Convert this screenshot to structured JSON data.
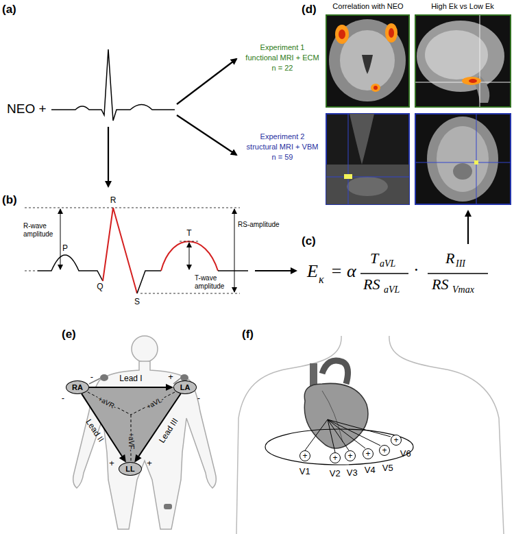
{
  "diagram": {
    "nodes": [
      {
        "text": [
          "RA"
        ]
      },
      {
        "text": [
          "LA"
        ]
      },
      {
        "text": [
          "LL"
        ]
      },
      {
        "text": [
          "+",
          "V1"
        ]
      },
      {
        "text": [
          "+",
          "V2"
        ]
      },
      {
        "text": [
          "+",
          "V3"
        ]
      },
      {
        "text": [
          "+",
          "V4"
        ]
      },
      {
        "text": [
          "+",
          "V5"
        ]
      },
      {
        "text": [
          "+",
          "V6"
        ]
      }
    ],
    "edges": [
      {
        "from": 0,
        "to": 1,
        "arrow": "to",
        "label": "Lead I"
      },
      {
        "from": 0,
        "to": 2,
        "arrow": "to",
        "label": "Lead II"
      },
      {
        "from": 1,
        "to": 2,
        "arrow": "to",
        "label": "Lead III"
      }
    ],
    "labels": [
      "(a)",
      "NEO +",
      "Experiment 1",
      "functional MRI + ECM",
      "n = 22",
      "Experiment 2",
      "structural MRI + VBM",
      "n = 59",
      "(d)",
      "Correlation with NEO",
      "High Ek vs Low Ek",
      "(b)",
      "R-wave amplitude",
      "R",
      "P",
      "T",
      "Q",
      "S",
      "RS-amplitude",
      "T-wave amplitude",
      "(c)",
      "E",
      "κ",
      "= α",
      "T",
      "aVL",
      "RS",
      "aVL",
      "·",
      "R",
      "III",
      "RS",
      "Vmax",
      "(e)",
      "(f)",
      "+aVR-",
      "+aVL-",
      "+aVF-",
      "-",
      "-",
      "+",
      "-",
      "+",
      "+"
    ]
  }
}
